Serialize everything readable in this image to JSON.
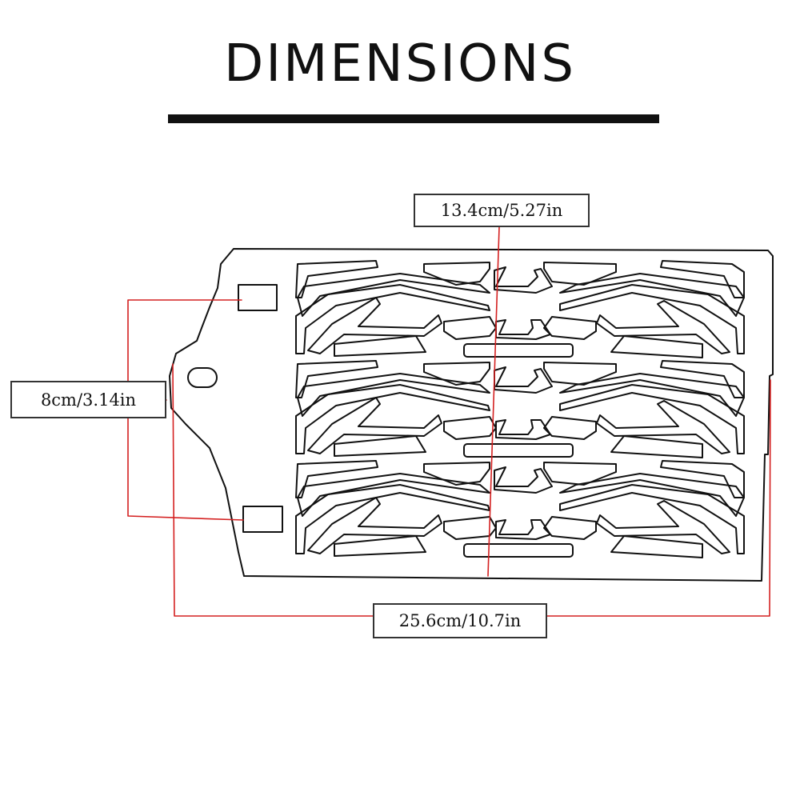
{
  "title": "DIMENSIONS",
  "dimensions": {
    "width_total": "25.6cm/10.7in",
    "height": "8cm/3.14in",
    "center_height": "13.4cm/5.27in"
  },
  "colors": {
    "outline": "#111111",
    "dimension_line": "#d42020",
    "label_border": "#333333"
  }
}
